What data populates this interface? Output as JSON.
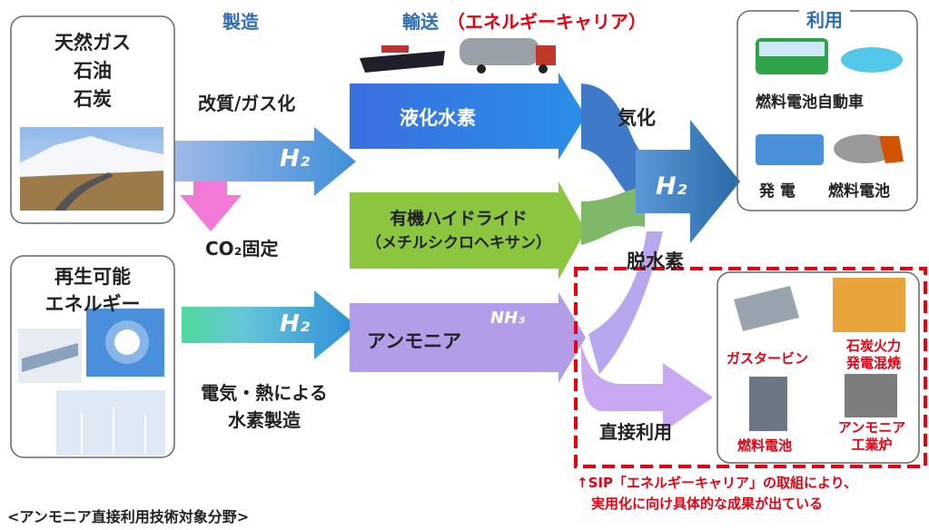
{
  "headers": {
    "production": "製造",
    "transport": "輸送",
    "carrier": "（エネルギーキャリア）",
    "use": "利用"
  },
  "sources": {
    "fossil": [
      "天然ガス",
      "石油",
      "石炭"
    ],
    "renewable": [
      "再生可能",
      "エネルギー"
    ]
  },
  "process": {
    "reform": "改質/ガス化",
    "co2": "CO₂固定",
    "electric": [
      "電気・熱による",
      "水素製造"
    ],
    "h2_top": "H₂",
    "h2_bottom": "H₂"
  },
  "carriers": {
    "liquid_h2": "液化水素",
    "organic": [
      "有機ハイドライド",
      "（メチルシクロヘキサン）"
    ],
    "ammonia": "アンモニア",
    "nh3": "NH₃"
  },
  "conversion": {
    "gasify": "気化",
    "dehydro": "脱水素",
    "h2_center": "H₂",
    "direct": "直接利用"
  },
  "use_items": {
    "fcv": "燃料電池自動車",
    "power": "発 電",
    "fuel_cell": "燃料電池"
  },
  "direct_items": {
    "gas_turbine": "ガスタービン",
    "coal": [
      "石炭火力",
      "発電混焼"
    ],
    "fuel_cell": "燃料電池",
    "furnace": [
      "アンモニア",
      "工業炉"
    ]
  },
  "note": [
    "↑SIP「エネルギーキャリア」の取組により、",
    "実用化に向け具体的な成果が出ている"
  ],
  "caption": "<アンモニア直接利用技術対象分野>",
  "colors": {
    "header": "#2e6db4",
    "red": "#e60012",
    "liquid": "#2b79e0",
    "organic": "#8cc63f",
    "ammonia": "#b39ce8",
    "pink": "#f27ad6"
  }
}
